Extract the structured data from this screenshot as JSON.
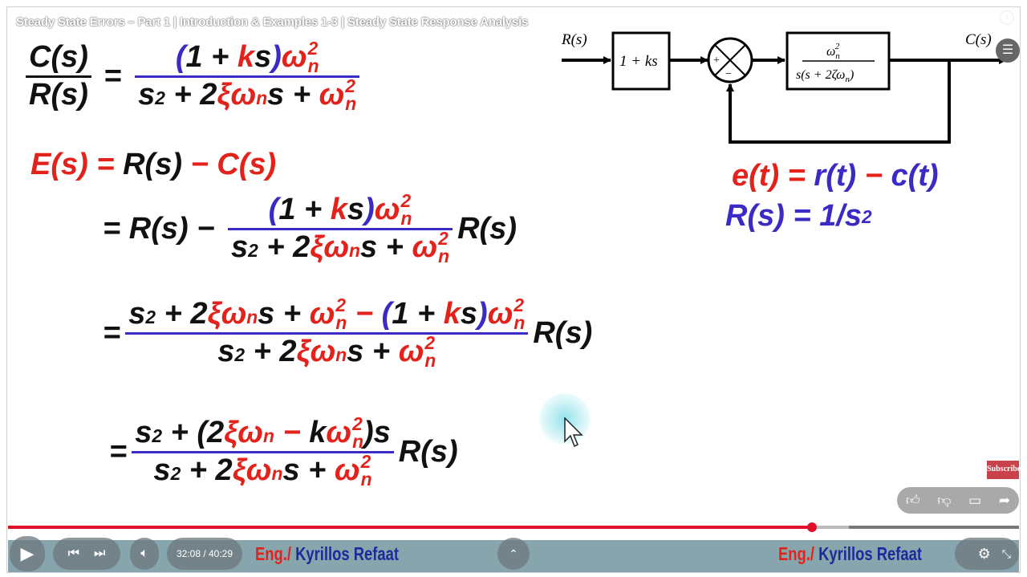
{
  "video": {
    "title": "Steady State Errors – Part 1 | Introduction & Examples 1-3 |  Steady State Response Analysis",
    "time_current": "32:08",
    "time_total": "40:29",
    "time_display": "32:08 / 40:29",
    "progress_percent": 79.5,
    "watermark_left": {
      "a": "Eng./",
      "b": " Kyrillos Refaat"
    },
    "watermark_right": {
      "a": "Eng./",
      "b": " Kyrillos Refaat"
    },
    "subscribe_label": "Subscribe"
  },
  "colors": {
    "red": "#e3231b",
    "blue": "#3b2bc4",
    "progress": "#e0102a"
  },
  "diagram": {
    "input": "R(s)",
    "output": "C(s)",
    "block1": "1 + ks",
    "plus": "+",
    "minus": "−",
    "block2_num": "ω",
    "block2_num_sub": "n",
    "block2_num_sup": "2",
    "block2_den": "s(s + 2ζω",
    "block2_den_sub": "n",
    "block2_den_end": ")"
  },
  "equations": {
    "eq1": {
      "lhs_num": [
        [
          "C(s)",
          "k"
        ]
      ],
      "lhs_den": [
        [
          "R(s)",
          "k"
        ]
      ],
      "eq": "=",
      "num": [
        [
          "(",
          "b"
        ],
        [
          "1 + ",
          "k"
        ],
        [
          "k",
          "r"
        ],
        [
          "s",
          "k"
        ],
        [
          ")",
          "b"
        ],
        [
          "w2",
          "r"
        ]
      ],
      "den": [
        [
          "s",
          "k"
        ],
        [
          "^2",
          "k"
        ],
        [
          " + 2",
          "k"
        ],
        [
          "ξω",
          "r"
        ],
        [
          "_n",
          "r"
        ],
        [
          "s + ",
          "k"
        ],
        [
          "w2",
          "r"
        ]
      ]
    },
    "eq2": [
      [
        "E(s) = ",
        "r"
      ],
      [
        "R(s)",
        "k"
      ],
      [
        " − C(s)",
        "r"
      ]
    ],
    "eq3": {
      "pre": [
        [
          "= R(s) − ",
          "k"
        ]
      ],
      "num": [
        [
          "(",
          "b"
        ],
        [
          "1 + ",
          "k"
        ],
        [
          "k",
          "r"
        ],
        [
          "s",
          "k"
        ],
        [
          ")",
          "b"
        ],
        [
          "w2",
          "r"
        ]
      ],
      "den": [
        [
          "s",
          "k"
        ],
        [
          "^2",
          "k"
        ],
        [
          " + 2",
          "k"
        ],
        [
          "ξω",
          "r"
        ],
        [
          "_n",
          "r"
        ],
        [
          "s + ",
          "k"
        ],
        [
          "w2",
          "r"
        ]
      ],
      "post": [
        [
          "R(s)",
          "k"
        ]
      ]
    },
    "eq4": {
      "pre": [
        [
          "=",
          "k"
        ]
      ],
      "num": [
        [
          "s",
          "k"
        ],
        [
          "^2",
          "k"
        ],
        [
          " + 2",
          "k"
        ],
        [
          "ξω",
          "r"
        ],
        [
          "_n",
          "r"
        ],
        [
          "s + ",
          "k"
        ],
        [
          "w2",
          "r"
        ],
        [
          " − ",
          "r"
        ],
        [
          "(",
          "b"
        ],
        [
          "1 + ",
          "k"
        ],
        [
          "k",
          "r"
        ],
        [
          "s",
          "k"
        ],
        [
          ")",
          "b"
        ],
        [
          "w2",
          "r"
        ]
      ],
      "den": [
        [
          "s",
          "k"
        ],
        [
          "^2",
          "k"
        ],
        [
          " + 2",
          "k"
        ],
        [
          "ξω",
          "r"
        ],
        [
          "_n",
          "r"
        ],
        [
          "s + ",
          "k"
        ],
        [
          "w2",
          "r"
        ]
      ],
      "post": [
        [
          "R(s)",
          "k"
        ]
      ]
    },
    "eq5": {
      "pre": [
        [
          "=",
          "k"
        ]
      ],
      "num": [
        [
          "s",
          "k"
        ],
        [
          "^2",
          "k"
        ],
        [
          " + (2",
          "k"
        ],
        [
          "ξω",
          "r"
        ],
        [
          "_n",
          "r"
        ],
        [
          " − ",
          "r"
        ],
        [
          "k",
          "k"
        ],
        [
          "w2",
          "r"
        ],
        [
          ")s",
          "k"
        ]
      ],
      "den": [
        [
          "s",
          "k"
        ],
        [
          "^2",
          "k"
        ],
        [
          " + 2",
          "k"
        ],
        [
          "ξω",
          "r"
        ],
        [
          "_n",
          "r"
        ],
        [
          "s + ",
          "k"
        ],
        [
          "w2",
          "r"
        ]
      ],
      "post": [
        [
          "R(s)",
          "k"
        ]
      ]
    },
    "side1": [
      [
        "e(t) = ",
        "r"
      ],
      [
        "r(t)",
        "b"
      ],
      [
        " − ",
        "r"
      ],
      [
        "c(t)",
        "b"
      ]
    ],
    "side2": [
      [
        "R(s) = 1/s",
        "b"
      ],
      [
        "^2",
        "b"
      ]
    ]
  }
}
